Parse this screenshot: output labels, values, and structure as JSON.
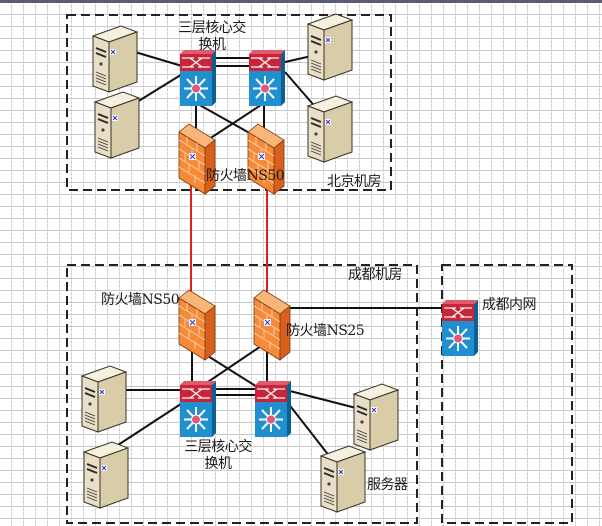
{
  "regions": {
    "beijing": {
      "label": "北京机房"
    },
    "chengdu": {
      "label": "成都机房"
    },
    "chengdu_intranet": {
      "label": "成都内网"
    }
  },
  "labels": {
    "bj_core_switch_line1": "三层核心交",
    "bj_core_switch_line2": "换机",
    "bj_firewall": "防火墙NS50",
    "cd_firewall_ns50": "防火墙NS50",
    "cd_firewall_ns25": "防火墙NS25",
    "cd_core_switch_line1": "三层核心交",
    "cd_core_switch_line2": "换机",
    "cd_server": "服务器"
  },
  "icons": {
    "server": "server-tower-icon",
    "switch": "layer3-switch-icon",
    "firewall": "firewall-icon"
  },
  "colors": {
    "switch_top": "#c8243a",
    "switch_body": "#1f8fd0",
    "firewall": "#f07a2a",
    "server": "#e6dcc2",
    "wan_link": "#e02020",
    "link": "#111111",
    "region_border": "#222222"
  },
  "nodes": [
    {
      "id": "bj-srv-1",
      "type": "server",
      "region": "beijing"
    },
    {
      "id": "bj-srv-2",
      "type": "server",
      "region": "beijing"
    },
    {
      "id": "bj-srv-3",
      "type": "server",
      "region": "beijing"
    },
    {
      "id": "bj-srv-4",
      "type": "server",
      "region": "beijing"
    },
    {
      "id": "bj-sw-1",
      "type": "switch",
      "region": "beijing"
    },
    {
      "id": "bj-sw-2",
      "type": "switch",
      "region": "beijing"
    },
    {
      "id": "bj-fw-1",
      "type": "firewall",
      "region": "beijing"
    },
    {
      "id": "bj-fw-2",
      "type": "firewall",
      "region": "beijing"
    },
    {
      "id": "cd-fw-ns50",
      "type": "firewall",
      "region": "chengdu"
    },
    {
      "id": "cd-fw-ns25",
      "type": "firewall",
      "region": "chengdu"
    },
    {
      "id": "cd-sw-1",
      "type": "switch",
      "region": "chengdu"
    },
    {
      "id": "cd-sw-2",
      "type": "switch",
      "region": "chengdu"
    },
    {
      "id": "cd-srv-1",
      "type": "server",
      "region": "chengdu"
    },
    {
      "id": "cd-srv-2",
      "type": "server",
      "region": "chengdu"
    },
    {
      "id": "cd-srv-3",
      "type": "server",
      "region": "chengdu"
    },
    {
      "id": "cd-srv-4",
      "type": "server",
      "region": "chengdu"
    },
    {
      "id": "cd-intranet-sw",
      "type": "switch",
      "region": "chengdu_intranet"
    }
  ],
  "links": [
    {
      "from": "bj-srv-1",
      "to": "bj-sw-1",
      "kind": "lan"
    },
    {
      "from": "bj-srv-2",
      "to": "bj-sw-1",
      "kind": "lan"
    },
    {
      "from": "bj-srv-3",
      "to": "bj-sw-2",
      "kind": "lan"
    },
    {
      "from": "bj-srv-4",
      "to": "bj-sw-2",
      "kind": "lan"
    },
    {
      "from": "bj-sw-1",
      "to": "bj-sw-2",
      "kind": "lan"
    },
    {
      "from": "bj-sw-1",
      "to": "bj-sw-2",
      "kind": "lan"
    },
    {
      "from": "bj-sw-1",
      "to": "bj-fw-1",
      "kind": "lan"
    },
    {
      "from": "bj-sw-1",
      "to": "bj-fw-2",
      "kind": "lan"
    },
    {
      "from": "bj-sw-2",
      "to": "bj-fw-1",
      "kind": "lan"
    },
    {
      "from": "bj-sw-2",
      "to": "bj-fw-2",
      "kind": "lan"
    },
    {
      "from": "bj-fw-1",
      "to": "cd-fw-ns50",
      "kind": "wan"
    },
    {
      "from": "bj-fw-2",
      "to": "cd-fw-ns25",
      "kind": "wan"
    },
    {
      "from": "cd-fw-ns25",
      "to": "cd-intranet-sw",
      "kind": "lan"
    },
    {
      "from": "cd-fw-ns50",
      "to": "cd-sw-1",
      "kind": "lan"
    },
    {
      "from": "cd-fw-ns50",
      "to": "cd-sw-2",
      "kind": "lan"
    },
    {
      "from": "cd-fw-ns25",
      "to": "cd-sw-1",
      "kind": "lan"
    },
    {
      "from": "cd-fw-ns25",
      "to": "cd-sw-2",
      "kind": "lan"
    },
    {
      "from": "cd-sw-1",
      "to": "cd-sw-2",
      "kind": "lan"
    },
    {
      "from": "cd-sw-1",
      "to": "cd-sw-2",
      "kind": "lan"
    },
    {
      "from": "cd-srv-1",
      "to": "cd-sw-1",
      "kind": "lan"
    },
    {
      "from": "cd-srv-2",
      "to": "cd-sw-1",
      "kind": "lan"
    },
    {
      "from": "cd-srv-3",
      "to": "cd-sw-2",
      "kind": "lan"
    },
    {
      "from": "cd-srv-4",
      "to": "cd-sw-2",
      "kind": "lan"
    }
  ]
}
